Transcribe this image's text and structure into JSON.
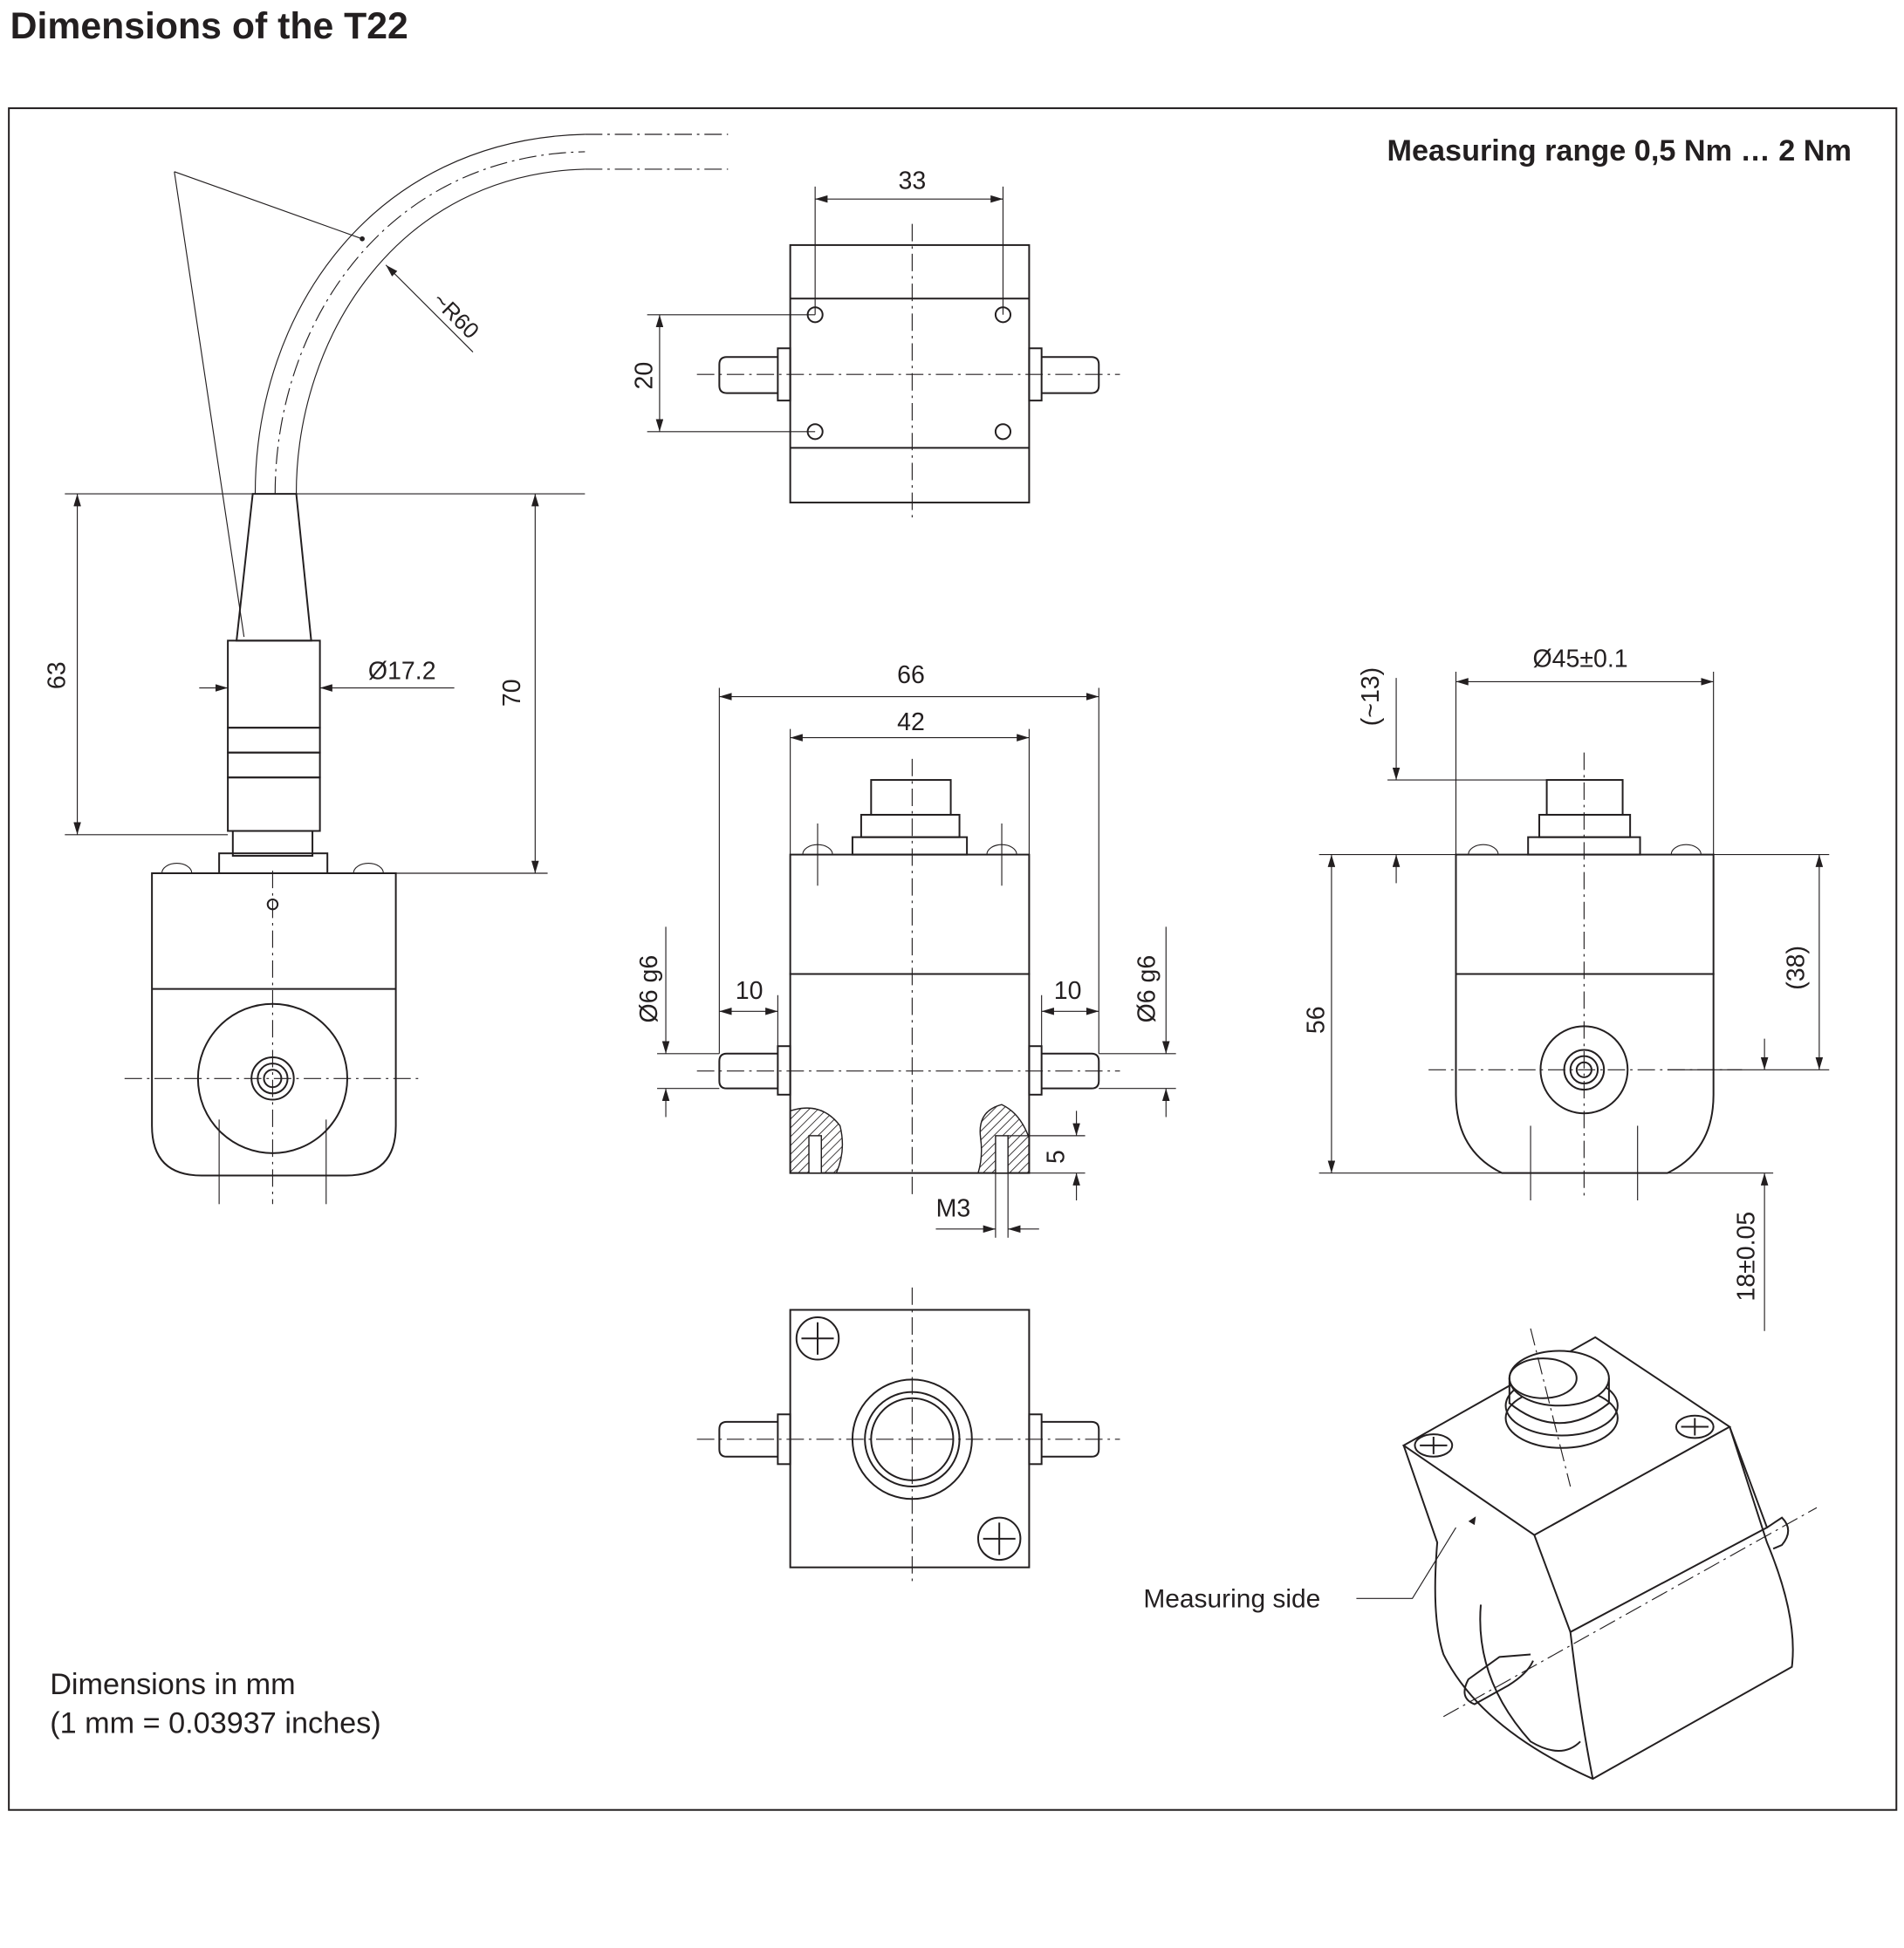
{
  "title": "Dimensions of the T22",
  "measuring_range": "Measuring range 0,5 Nm … 2 Nm",
  "side_view": {
    "dim_63": "63",
    "dim_70": "70",
    "dim_cable": "Ø17.2",
    "bend_radius": "~R60"
  },
  "top_view": {
    "dim_33": "33",
    "dim_20": "20"
  },
  "front_view": {
    "dim_66": "66",
    "dim_42": "42",
    "dim_10_left": "10",
    "dim_10_right": "10",
    "shaft_left": "Ø6 g6",
    "shaft_right": "Ø6 g6",
    "thread": "M3",
    "depth": "5"
  },
  "right_view": {
    "diameter": "Ø45±0.1",
    "dim_13": "(~13)",
    "dim_56": "56",
    "dim_38": "(38)",
    "dim_18": "18±0.05"
  },
  "iso_view": {
    "measuring_side": "Measuring side"
  },
  "notes": {
    "units": "Dimensions in mm",
    "conversion": "(1 mm = 0.03937 inches)"
  }
}
